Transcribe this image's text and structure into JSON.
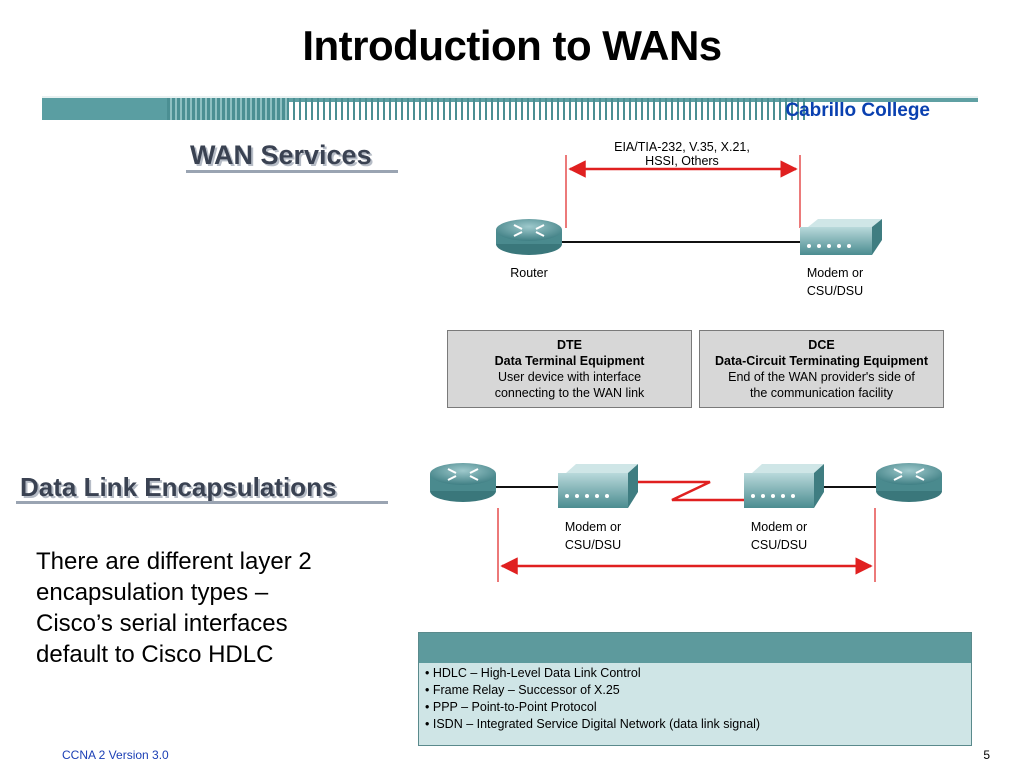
{
  "title": "Introduction to WANs",
  "college": "Cabrillo College",
  "wan_services": {
    "heading": "WAN Services",
    "interface_label_line1": "EIA/TIA-232, V.35, X.21,",
    "interface_label_line2": "HSSI, Others",
    "router_label": "Router",
    "modem_label_line1": "Modem or",
    "modem_label_line2": "CSU/DSU",
    "dte": {
      "title": "DTE",
      "subtitle": "Data Terminal Equipment",
      "line1": "User device with interface",
      "line2": "connecting to the WAN link"
    },
    "dce": {
      "title": "DCE",
      "subtitle": "Data-Circuit Terminating Equipment",
      "line1": "End of the WAN provider's side of",
      "line2": "the communication facility"
    }
  },
  "data_link": {
    "heading": "Data Link Encapsulations",
    "modem_left_line1": "Modem or",
    "modem_left_line2": "CSU/DSU",
    "modem_right_line1": "Modem or",
    "modem_right_line2": "CSU/DSU",
    "paragraph": "There are different layer 2 encapsulation types – Cisco’s serial interfaces default to Cisco HDLC",
    "encapsulations": [
      "HDLC – High-Level Data Link Control",
      "Frame Relay – Successor of X.25",
      "PPP – Point-to-Point Protocol",
      "ISDN – Integrated Service Digital Network (data link signal)"
    ]
  },
  "footer": {
    "left": "CCNA 2 Version 3.0",
    "page": "5"
  },
  "colors": {
    "accent_teal": "#5d9a9d",
    "link_red": "#e02020",
    "college_blue": "#0a40b0"
  },
  "icons": [
    "router-icon",
    "modem-icon"
  ]
}
